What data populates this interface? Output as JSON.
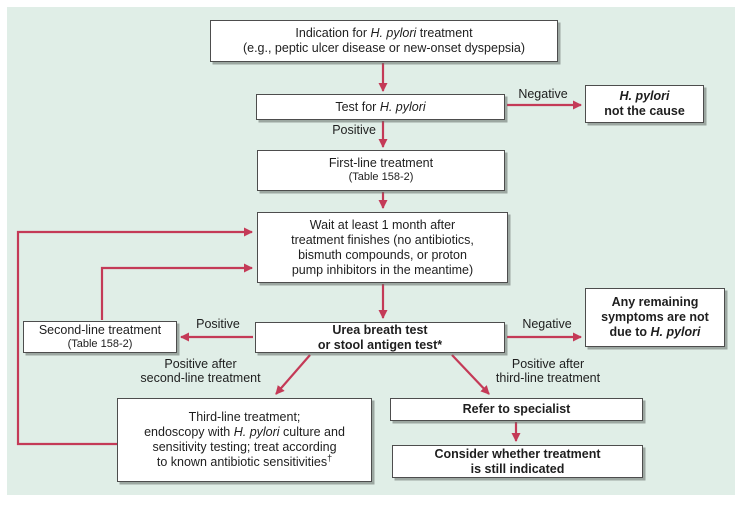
{
  "figure": {
    "type": "flowchart",
    "topic": "H. pylori treatment algorithm",
    "background_color": "#e0eee7",
    "arrow_color": "#c43a57",
    "box_border_color": "#4d4d4d",
    "text_color": "#1e1e1e"
  },
  "boxes": {
    "indication": {
      "line1_pre": "Indication for ",
      "line1_italic": "H. pylori",
      "line1_post": " treatment",
      "line2": "(e.g., peptic ulcer disease or new-onset dyspepsia)"
    },
    "test": {
      "pre": "Test for ",
      "italic": "H. pylori"
    },
    "not_the_cause": {
      "line1_italic": "H. pylori",
      "line2": "not the cause"
    },
    "first_line": {
      "line1": "First-line treatment",
      "line2": "(Table 158-2)"
    },
    "wait": {
      "lines": [
        "Wait at least 1 month after",
        "treatment finishes (no antibiotics,",
        "bismuth compounds, or proton",
        "pump inhibitors in the meantime)"
      ]
    },
    "urea_test": {
      "line1": "Urea breath test",
      "line2": "or stool antigen test*"
    },
    "second_line": {
      "line1": "Second-line treatment",
      "line2": "(Table 158-2)"
    },
    "any_remaining": {
      "line1": "Any remaining",
      "line2": "symptoms are not",
      "line3_pre": "due to ",
      "line3_italic": "H. pylori"
    },
    "third_line": {
      "line1": "Third-line treatment;",
      "line2_pre": "endoscopy with ",
      "line2_italic": "H. pylori",
      "line2_post": " culture and",
      "line3": "sensitivity testing; treat according",
      "line4": "to known antibiotic sensitivities",
      "line4_sup": "†"
    },
    "refer": {
      "label": "Refer to specialist"
    },
    "consider": {
      "line1": "Consider whether treatment",
      "line2": "is still indicated"
    }
  },
  "edge_labels": {
    "negative_top": "Negative",
    "positive_top": "Positive",
    "positive_left": "Positive",
    "negative_right": "Negative",
    "positive_after_second": [
      "Positive after",
      "second-line treatment"
    ],
    "positive_after_third": [
      "Positive after",
      "third-line treatment"
    ]
  }
}
